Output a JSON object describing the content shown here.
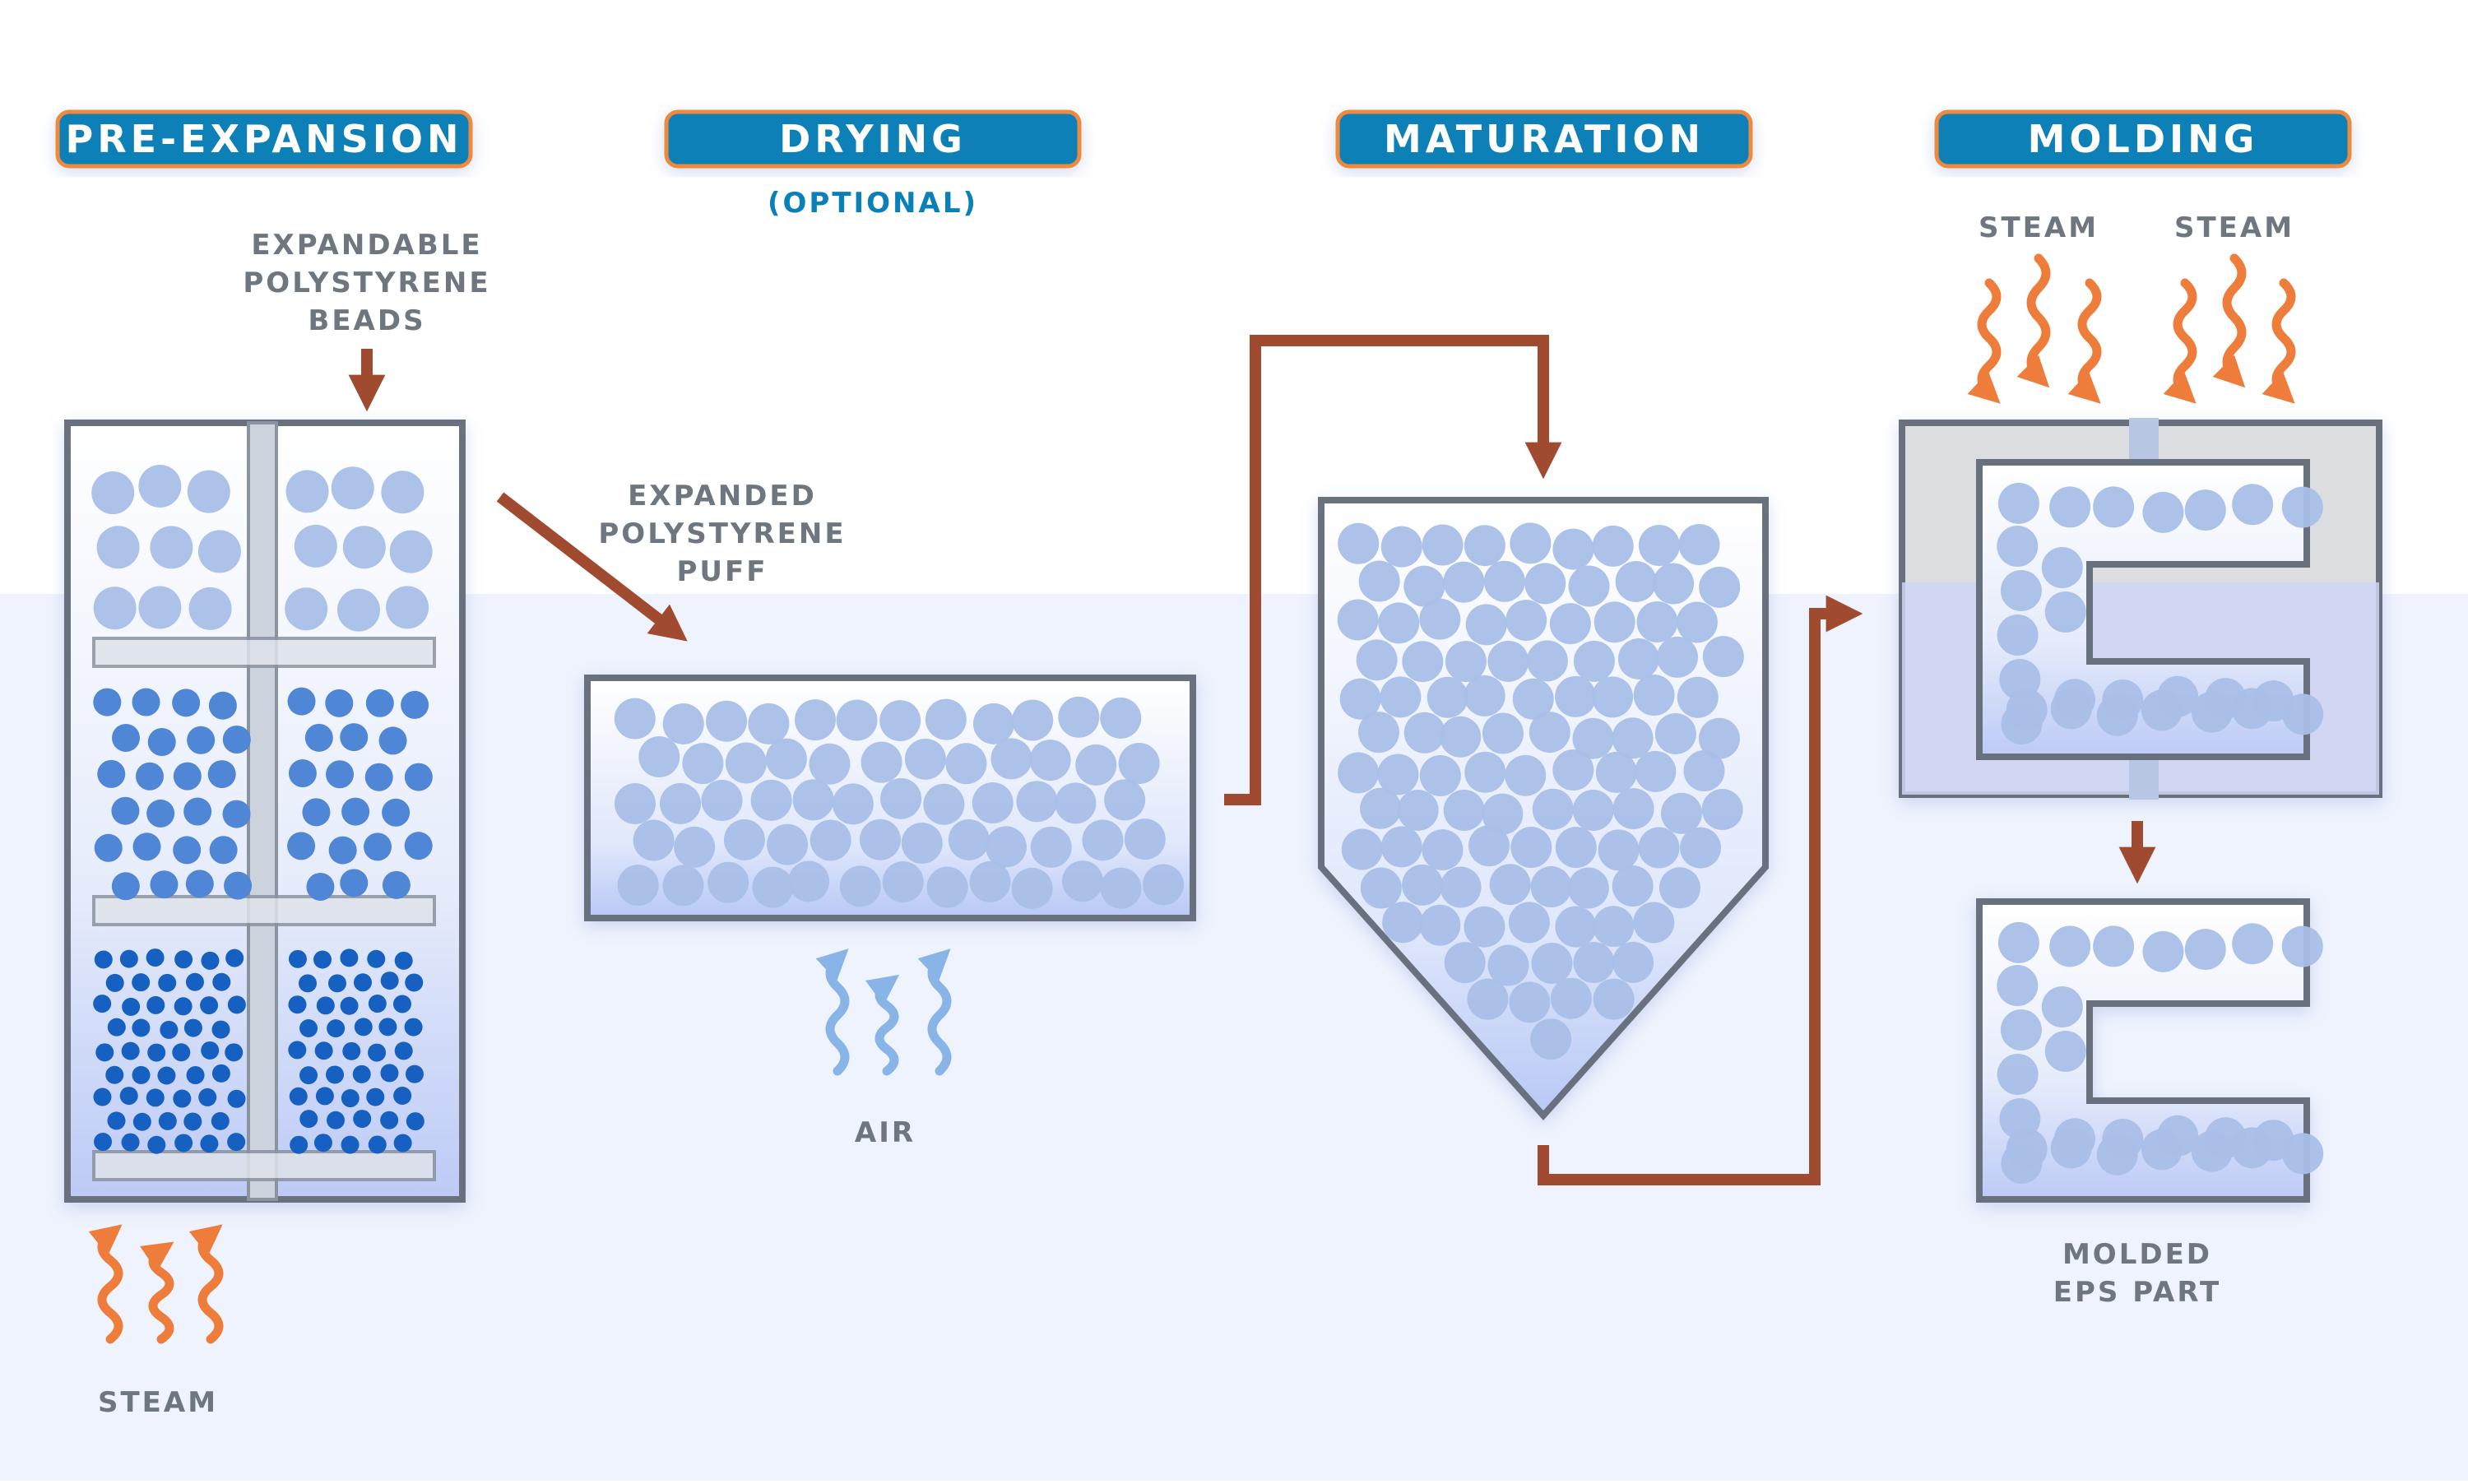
{
  "stages": [
    {
      "title": "PRE-EXPANSION"
    },
    {
      "title": "DRYING",
      "subtitle": "(OPTIONAL)"
    },
    {
      "title": "MATURATION"
    },
    {
      "title": "MOLDING"
    }
  ],
  "labels": {
    "beads": [
      "EXPANDABLE",
      "POLYSTYRENE",
      "BEADS"
    ],
    "puff": [
      "EXPANDED",
      "POLYSTYRENE",
      "PUFF"
    ],
    "steam_bottom": "STEAM",
    "air": "AIR",
    "steam_left": "STEAM",
    "steam_right": "STEAM",
    "part": [
      "MOLDED",
      "EPS PART"
    ]
  },
  "colors": {
    "badge_fill": "#0a80b8",
    "badge_border": "#ee8a3c",
    "container_stroke": "#67717d",
    "flow_arrow": "#a04a30",
    "steam": "#ee7d3c",
    "air": "#88b4e8",
    "bead_large": "#a9bfe8",
    "bead_medium": "#4f86d6",
    "bead_small": "#1560c0",
    "background_band": "#eef3fd"
  },
  "icons": [
    "steam-wave-icon",
    "air-wave-icon",
    "down-arrow-icon",
    "flow-arrow-icon"
  ]
}
